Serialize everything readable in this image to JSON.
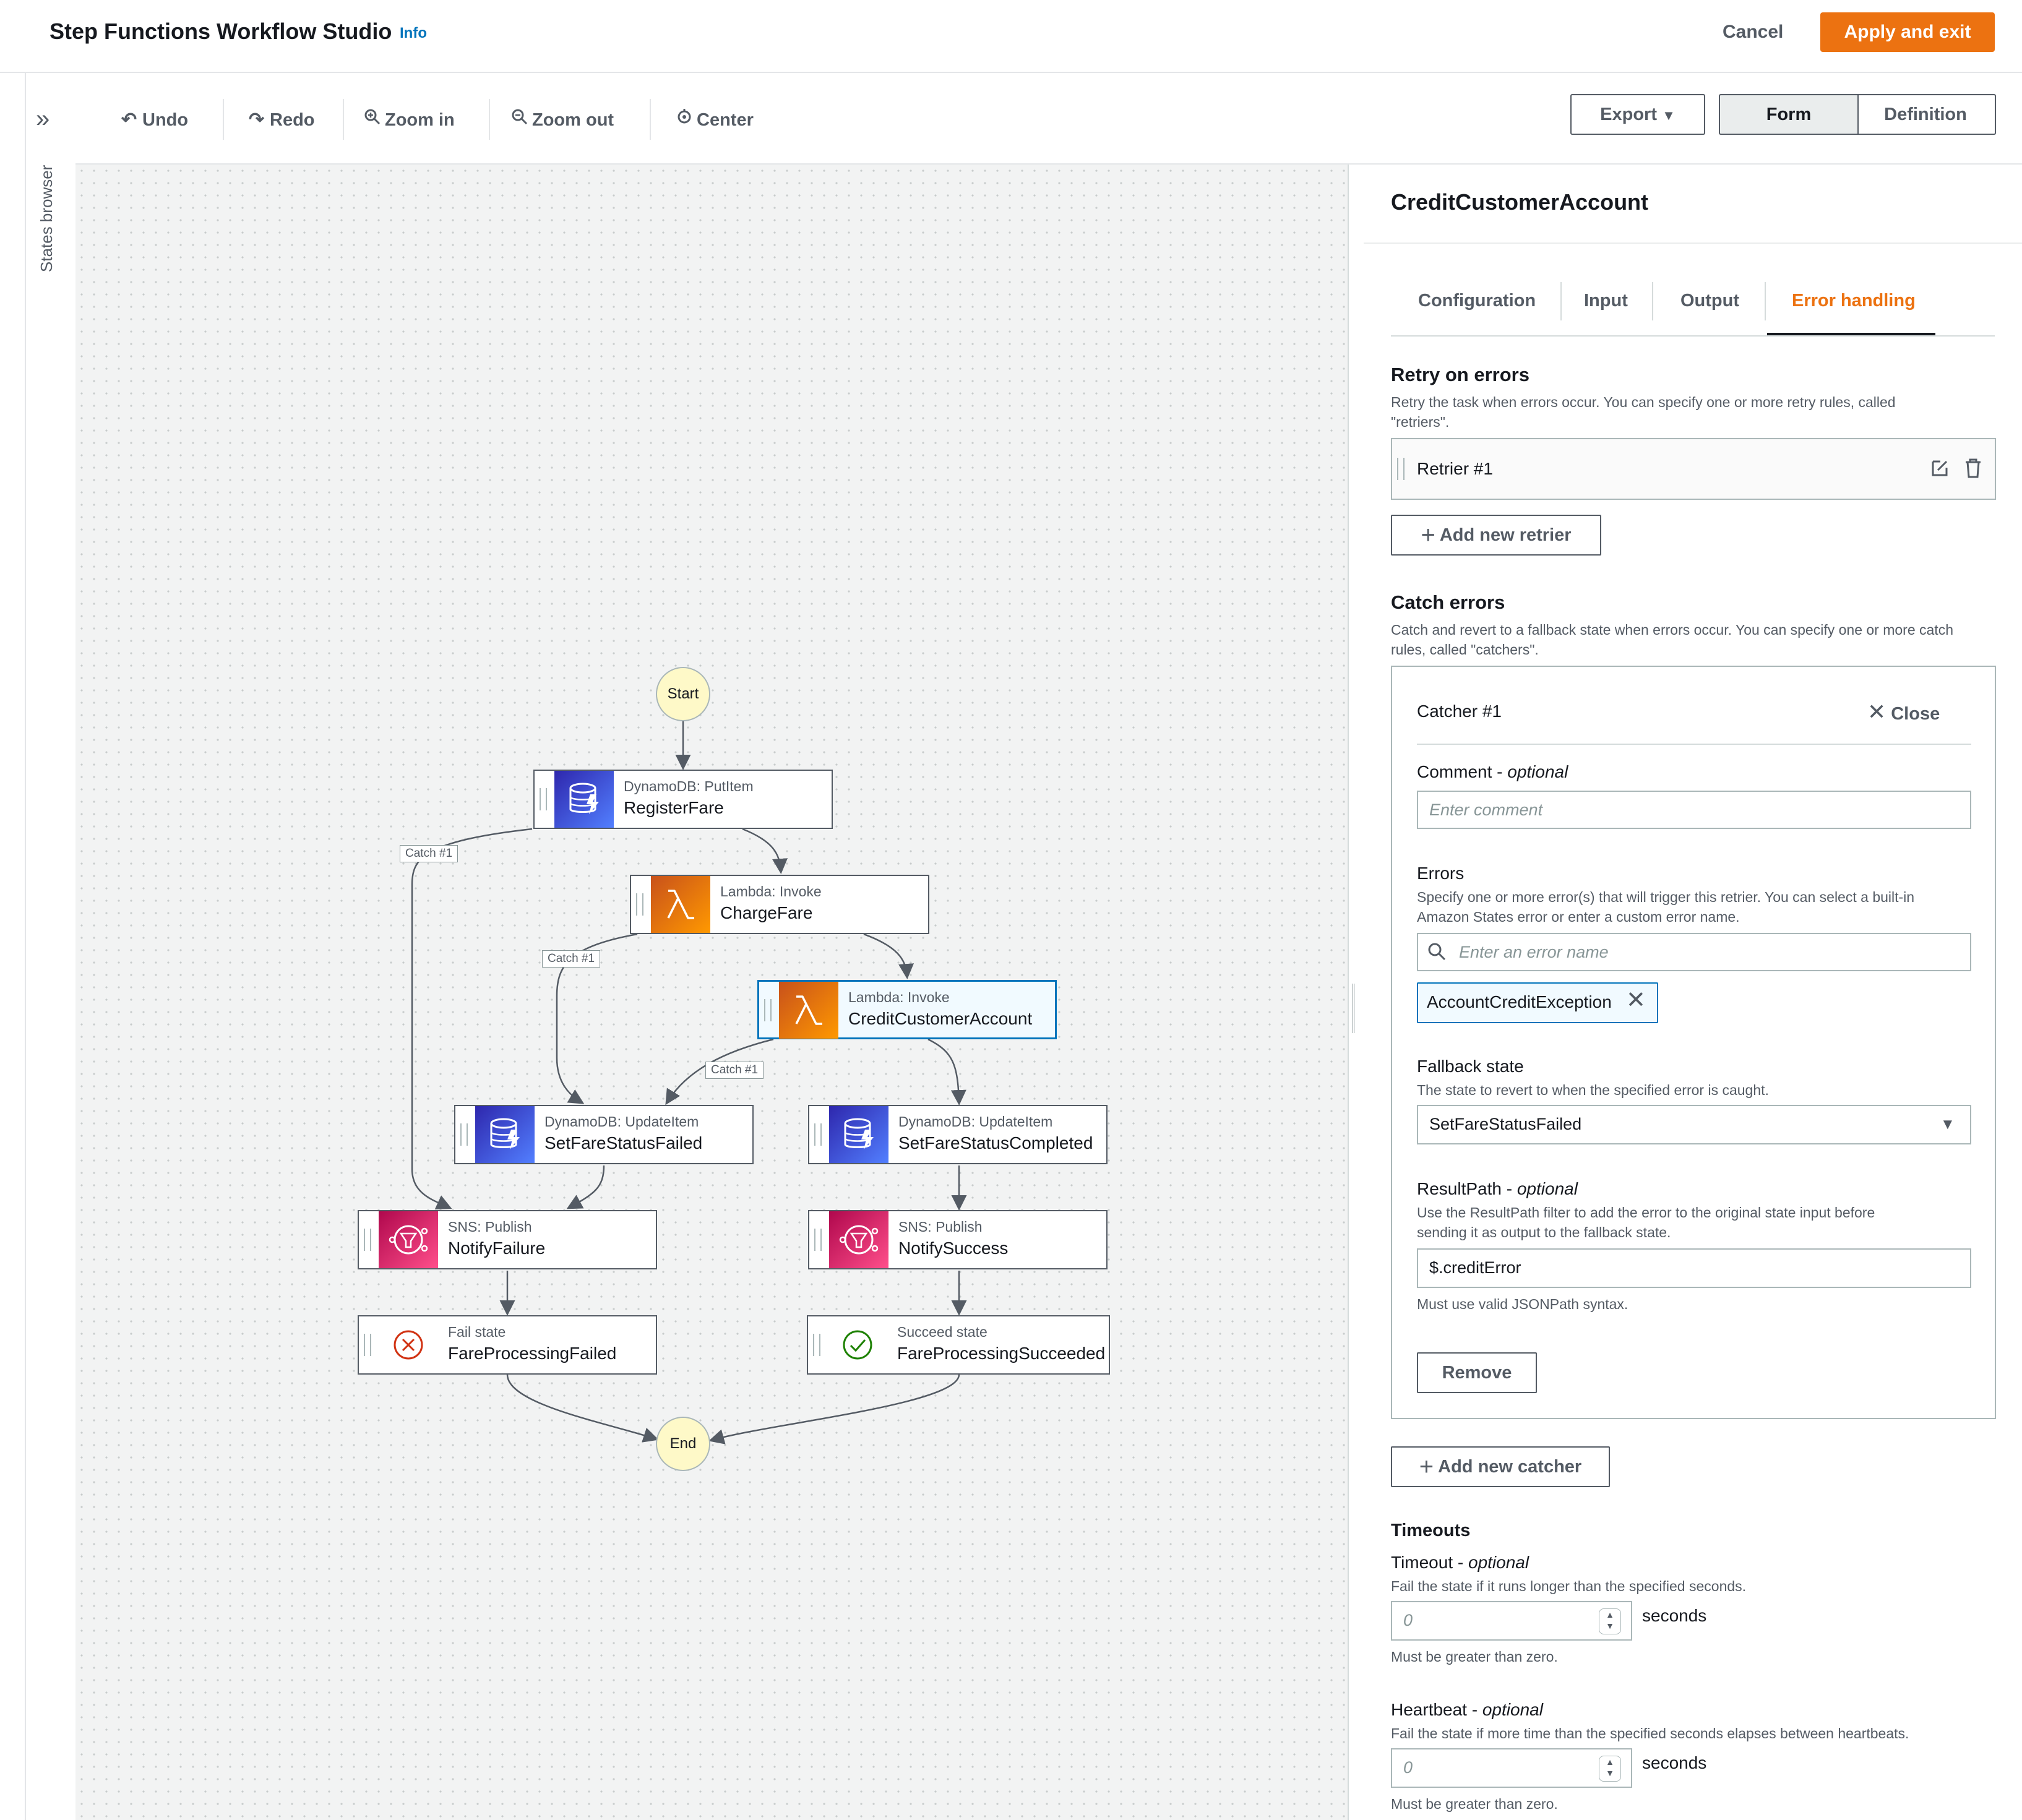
{
  "header": {
    "title": "Step Functions Workflow Studio",
    "info": "Info",
    "cancel": "Cancel",
    "apply": "Apply and exit"
  },
  "rail": {
    "label": "States browser"
  },
  "toolbar": {
    "undo": "Undo",
    "redo": "Redo",
    "zoom_in": "Zoom in",
    "zoom_out": "Zoom out",
    "center": "Center",
    "export": "Export",
    "form": "Form",
    "definition": "Definition"
  },
  "graph": {
    "start": "Start",
    "end": "End",
    "catch_label": "Catch #1",
    "nodes": [
      {
        "type": "DynamoDB: PutItem",
        "name": "RegisterFare"
      },
      {
        "type": "Lambda: Invoke",
        "name": "ChargeFare"
      },
      {
        "type": "Lambda: Invoke",
        "name": "CreditCustomerAccount"
      },
      {
        "type": "DynamoDB: UpdateItem",
        "name": "SetFareStatusFailed"
      },
      {
        "type": "DynamoDB: UpdateItem",
        "name": "SetFareStatusCompleted"
      },
      {
        "type": "SNS: Publish",
        "name": "NotifyFailure"
      },
      {
        "type": "SNS: Publish",
        "name": "NotifySuccess"
      },
      {
        "type": "Fail state",
        "name": "FareProcessingFailed"
      },
      {
        "type": "Succeed state",
        "name": "FareProcessingSucceeded"
      }
    ]
  },
  "panel": {
    "title": "CreditCustomerAccount",
    "tabs": [
      "Configuration",
      "Input",
      "Output",
      "Error handling"
    ],
    "active_tab": "Error handling",
    "retry": {
      "heading": "Retry on errors",
      "desc_line1": "Retry the task when errors occur. You can specify one or more retry rules, called",
      "desc_line2": "\"retriers\".",
      "retrier": "Retrier #1",
      "add": "Add new retrier"
    },
    "catch": {
      "heading": "Catch errors",
      "desc_line1": "Catch and revert to a fallback state when errors occur. You can specify one or more catch",
      "desc_line2": "rules, called \"catchers\".",
      "catcher_title": "Catcher #1",
      "close": "Close",
      "comment_label": "Comment - ",
      "optional": "optional",
      "comment_placeholder": "Enter comment",
      "errors_label": "Errors",
      "errors_desc_line1": "Specify one or more error(s) that will trigger this retrier. You can select a built-in",
      "errors_desc_line2": "Amazon States error or enter a custom error name.",
      "error_placeholder": "Enter an error name",
      "error_token": "AccountCreditException",
      "fallback_label": "Fallback state",
      "fallback_desc": "The state to revert to when the specified error is caught.",
      "fallback_value": "SetFareStatusFailed",
      "resultpath_label": "ResultPath - ",
      "resultpath_desc_line1": "Use the ResultPath filter to add the error to the original state input before",
      "resultpath_desc_line2": "sending it as output to the fallback state.",
      "resultpath_value": "$.creditError",
      "resultpath_hint": "Must use valid JSONPath syntax.",
      "remove": "Remove",
      "add": "Add new catcher"
    },
    "timeouts": {
      "heading": "Timeouts",
      "timeout_label": "Timeout - ",
      "timeout_desc": "Fail the state if it runs longer than the specified seconds.",
      "timeout_placeholder": "0",
      "unit": "seconds",
      "hint": "Must be greater than zero.",
      "heartbeat_label": "Heartbeat - ",
      "heartbeat_desc": "Fail the state if more time than the specified seconds elapses between heartbeats.",
      "heartbeat_placeholder": "0"
    }
  },
  "colors": {
    "accent": "#ec7211",
    "selected": "#0073bb",
    "dynamodb": "#3b48cc",
    "lambda": "#ed7100",
    "sns": "#e7157b"
  }
}
